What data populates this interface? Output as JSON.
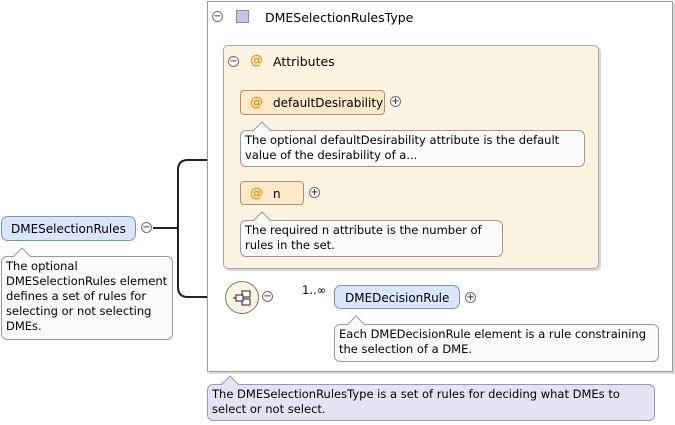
{
  "root": {
    "label": "DMESelectionRules",
    "doc": "The optional DMESelectionRules element defines a set of rules for selecting or not selecting DMEs."
  },
  "type": {
    "label": "DMESelectionRulesType",
    "doc": "The DMESelectionRulesType is a set of rules for deciding what DMEs to select or not select."
  },
  "attributes": {
    "label": "Attributes",
    "at_symbol": "@",
    "items": [
      {
        "label": "defaultDesirability",
        "doc": "The optional defaultDesirability attribute is the default value of the desirability of a..."
      },
      {
        "label": "n",
        "doc": "The required n attribute is the number of rules in the set."
      }
    ]
  },
  "sequence": {
    "cardinality": "1..∞",
    "child": {
      "label": "DMEDecisionRule",
      "doc": "Each DMEDecisionRule element is a rule constraining the selection of a DME."
    }
  },
  "symbols": {
    "collapse": "−",
    "expand": "+"
  },
  "colors": {
    "element_fill": "#dae6fb",
    "attribute_fill": "#fde8c9",
    "attribute_group_fill": "#fdf3e1",
    "type_doc_fill": "#e6e2f3",
    "type_icon": "#c9c2e6"
  }
}
